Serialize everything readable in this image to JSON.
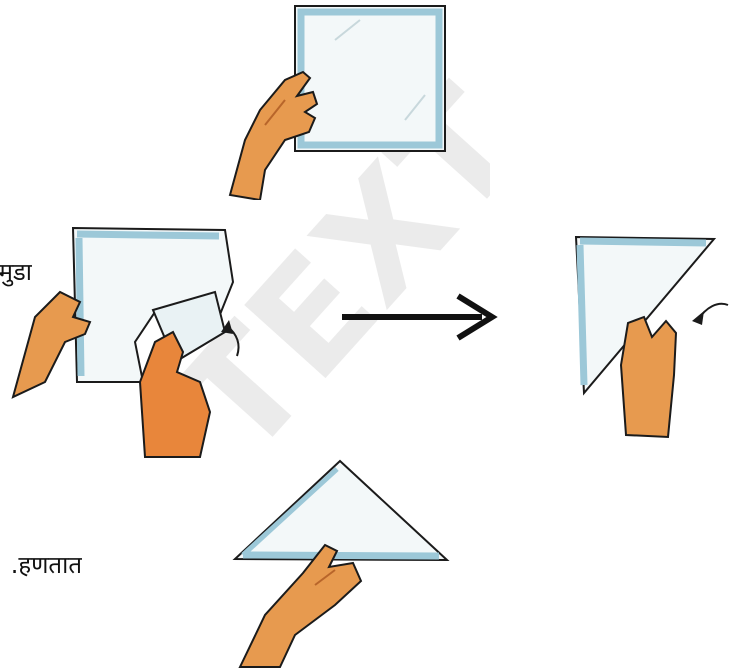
{
  "fragments": {
    "left_label": "मुडा",
    "bottom_label": "हणतात."
  },
  "watermark": {
    "text": "TEXT",
    "color": "#d9d9d9"
  },
  "colors": {
    "paper_edge": "#9cc8d8",
    "paper_fill": "#f2f7f8",
    "skin": "#e79a4f",
    "skin_dark": "#b8652a",
    "outline": "#1b1b1b",
    "arrow": "#111111"
  }
}
